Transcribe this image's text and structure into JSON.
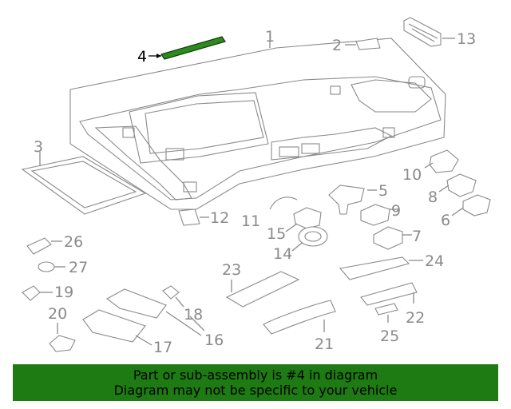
{
  "labels": {
    "l1": "1",
    "l2": "2",
    "l3": "3",
    "l4": "4",
    "l5": "5",
    "l6": "6",
    "l7": "7",
    "l8": "8",
    "l9": "9",
    "l10": "10",
    "l11": "11",
    "l12": "12",
    "l13": "13",
    "l14": "14",
    "l15": "15",
    "l16": "16",
    "l17": "17",
    "l18": "18",
    "l19": "19",
    "l20": "20",
    "l21": "21",
    "l22": "22",
    "l23": "23",
    "l24": "24",
    "l25": "25",
    "l26": "26",
    "l27": "27"
  },
  "highlight": {
    "part": "4",
    "color": "#2e8a1e"
  },
  "banner": {
    "line1": "Part or sub-assembly is #4 in diagram",
    "line2": "Diagram may not be specific to your vehicle",
    "color": "#1e7a12"
  }
}
